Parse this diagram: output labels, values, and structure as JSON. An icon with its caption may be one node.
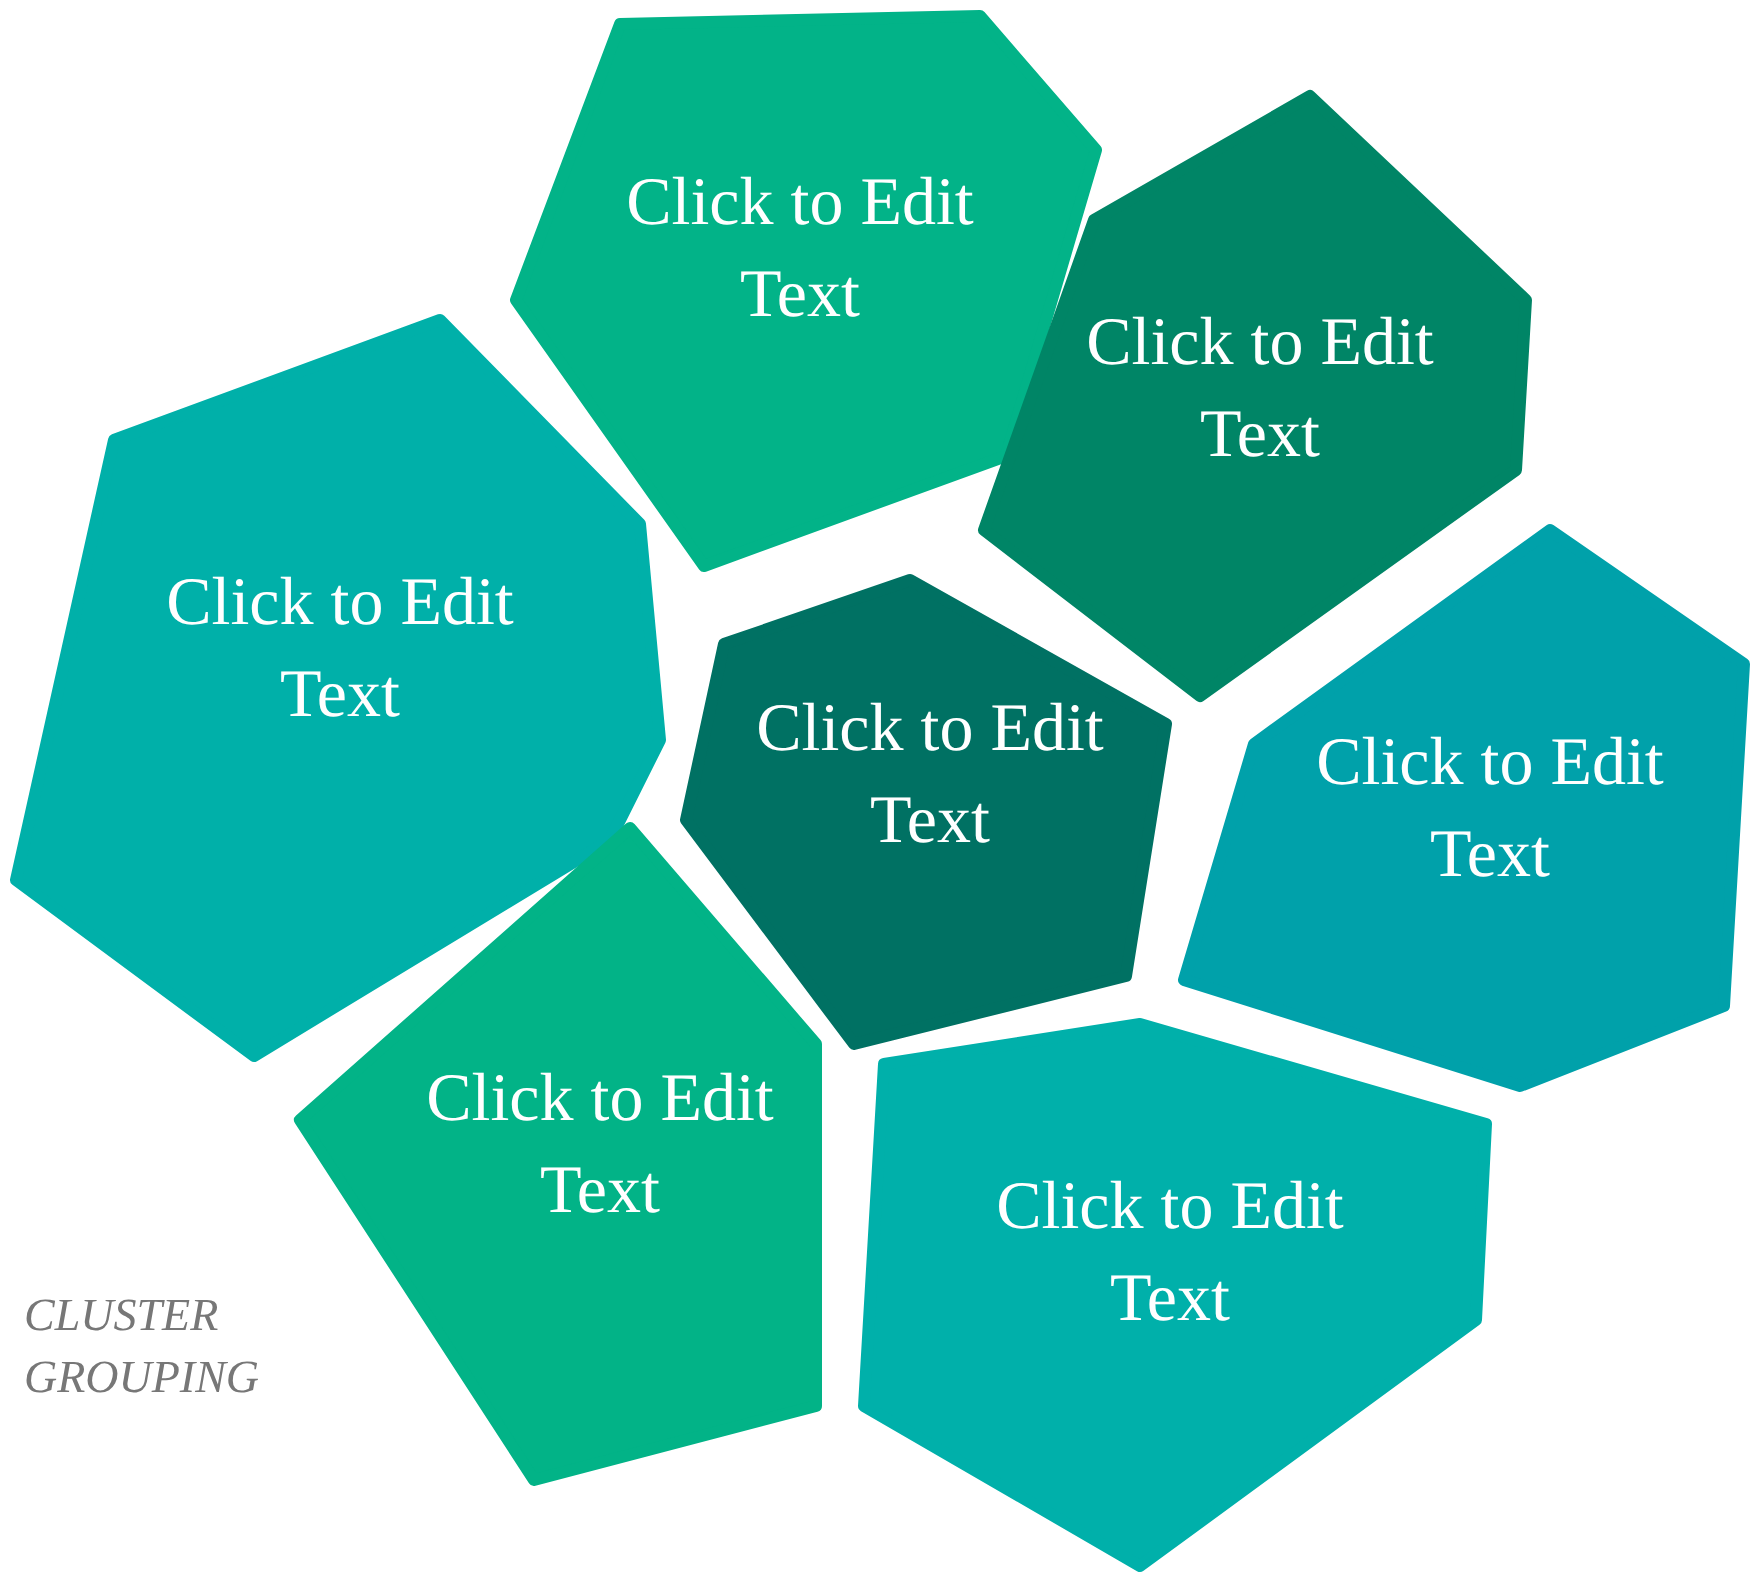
{
  "diagram": {
    "nodes": [
      {
        "text": [
          "Click to Edit Text"
        ]
      },
      {
        "text": [
          "Click to Edit Text"
        ]
      },
      {
        "text": [
          "Click to Edit Text"
        ]
      },
      {
        "text": [
          "Click to Edit Text"
        ]
      },
      {
        "text": [
          "Click to Edit Text"
        ]
      },
      {
        "text": [
          "Click to Edit Text"
        ]
      },
      {
        "text": [
          "Click to Edit Text"
        ]
      }
    ],
    "labels": [
      "CLUSTER GROUPING"
    ]
  }
}
